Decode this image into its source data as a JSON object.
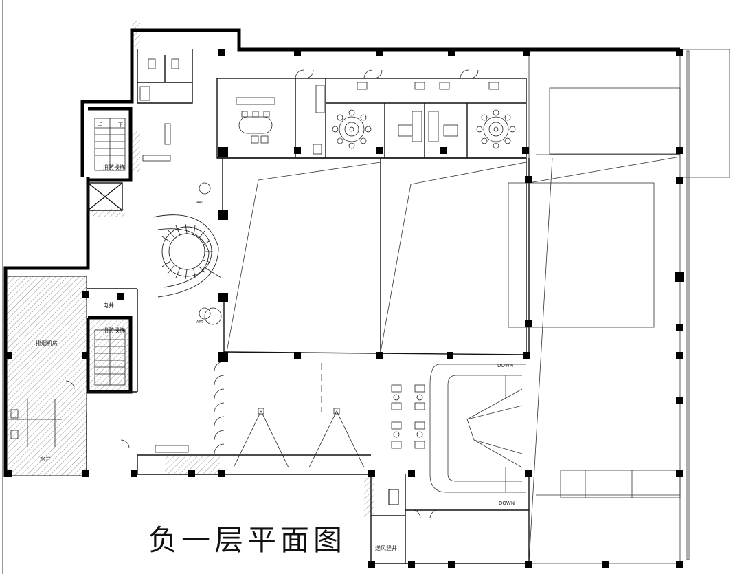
{
  "drawing": {
    "title": "负一层平面图",
    "labels": {
      "stair_top": "消防楼梯",
      "stair_mid": "消防楼梯",
      "elec_shaft": "电井",
      "machine_room": "排烟机房",
      "water_shaft": "水井",
      "air_shaft": "送风竖井",
      "down_top": "DOWN",
      "down_bottom": "DOWN",
      "art_top": "ART",
      "art_bottom": "ART",
      "up_mark": "上",
      "down_mark": "下"
    }
  }
}
